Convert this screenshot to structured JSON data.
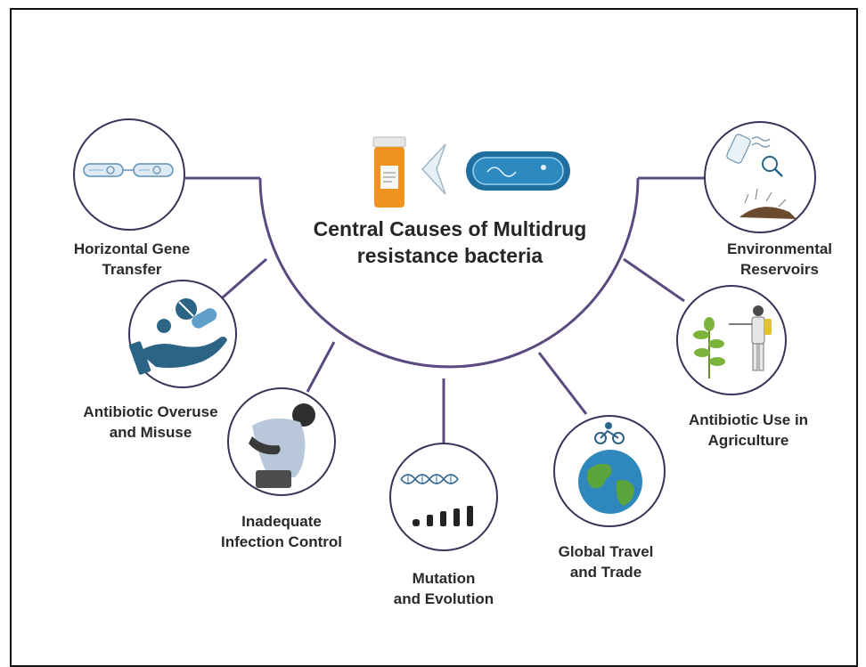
{
  "title": {
    "line1": "Central Causes of Multidrug",
    "line2": "resistance bacteria"
  },
  "causes": [
    {
      "line1": "Horizontal Gene",
      "line2": "Transfer",
      "icon": "gene-transfer-icon"
    },
    {
      "line1": "Antibiotic Overuse",
      "line2": "and Misuse",
      "icon": "pills-hand-icon"
    },
    {
      "line1": "Inadequate",
      "line2": "Infection Control",
      "icon": "sick-person-icon"
    },
    {
      "line1": "Mutation",
      "line2": "and Evolution",
      "icon": "dna-evolution-icon"
    },
    {
      "line1": "Global Travel",
      "line2": "and Trade",
      "icon": "globe-travel-icon"
    },
    {
      "line1": "Antibiotic Use in",
      "line2": "Agriculture",
      "icon": "crop-spraying-icon"
    },
    {
      "line1": "Environmental",
      "line2": "Reservoirs",
      "icon": "environment-icon"
    }
  ],
  "colors": {
    "connector": "#5b4a80",
    "circle_border": "#3d3158",
    "pill_bottle": "#f0921e",
    "bacterium": "#1e6fa0",
    "hand": "#2c6486",
    "globe_water": "#2f88bd",
    "globe_land": "#5ba33b"
  }
}
